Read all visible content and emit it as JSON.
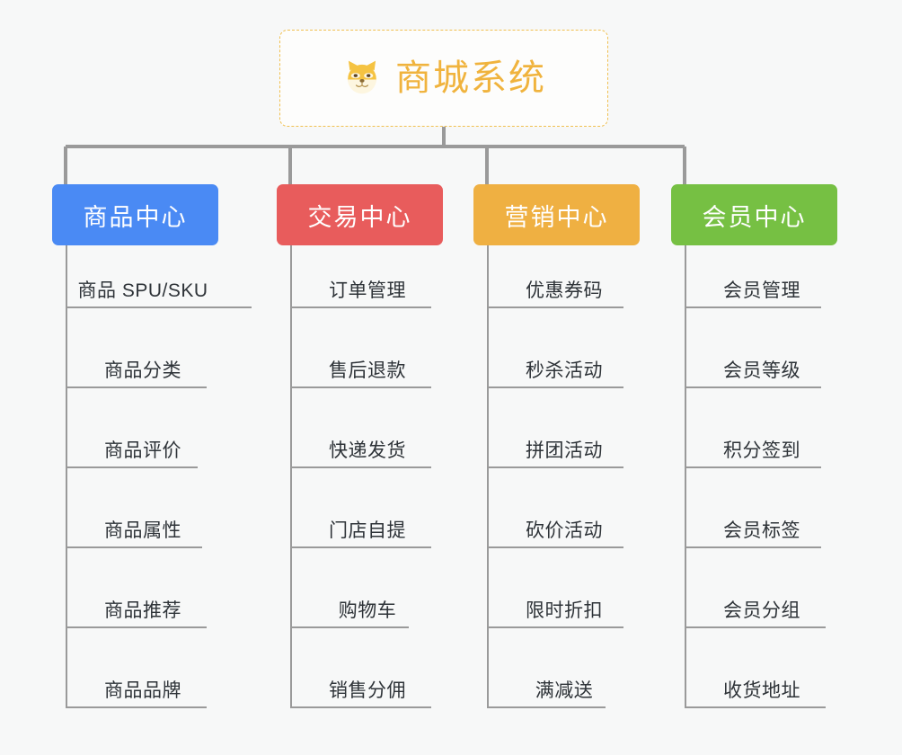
{
  "page": {
    "background_color": "#f7f8f8",
    "type": "mindmap"
  },
  "root": {
    "title": "商城系统",
    "icon": "shiba-dog-face-icon",
    "text_color": "#f0b33d",
    "border_color": "#f0c050",
    "background_color": "#fdfdfc"
  },
  "connector_color": "#9a9a9a",
  "branches": [
    {
      "label": "商品中心",
      "color": "#4a8af4",
      "items": [
        "商品 SPU/SKU",
        "商品分类",
        "商品评价",
        "商品属性",
        "商品推荐",
        "商品品牌"
      ]
    },
    {
      "label": "交易中心",
      "color": "#e85c5c",
      "items": [
        "订单管理",
        "售后退款",
        "快递发货",
        "门店自提",
        "购物车",
        "销售分佣"
      ]
    },
    {
      "label": "营销中心",
      "color": "#efb042",
      "items": [
        "优惠券码",
        "秒杀活动",
        "拼团活动",
        "砍价活动",
        "限时折扣",
        "满减送"
      ]
    },
    {
      "label": "会员中心",
      "color": "#76c043",
      "items": [
        "会员管理",
        "会员等级",
        "积分签到",
        "会员标签",
        "会员分组",
        "收货地址"
      ]
    }
  ]
}
